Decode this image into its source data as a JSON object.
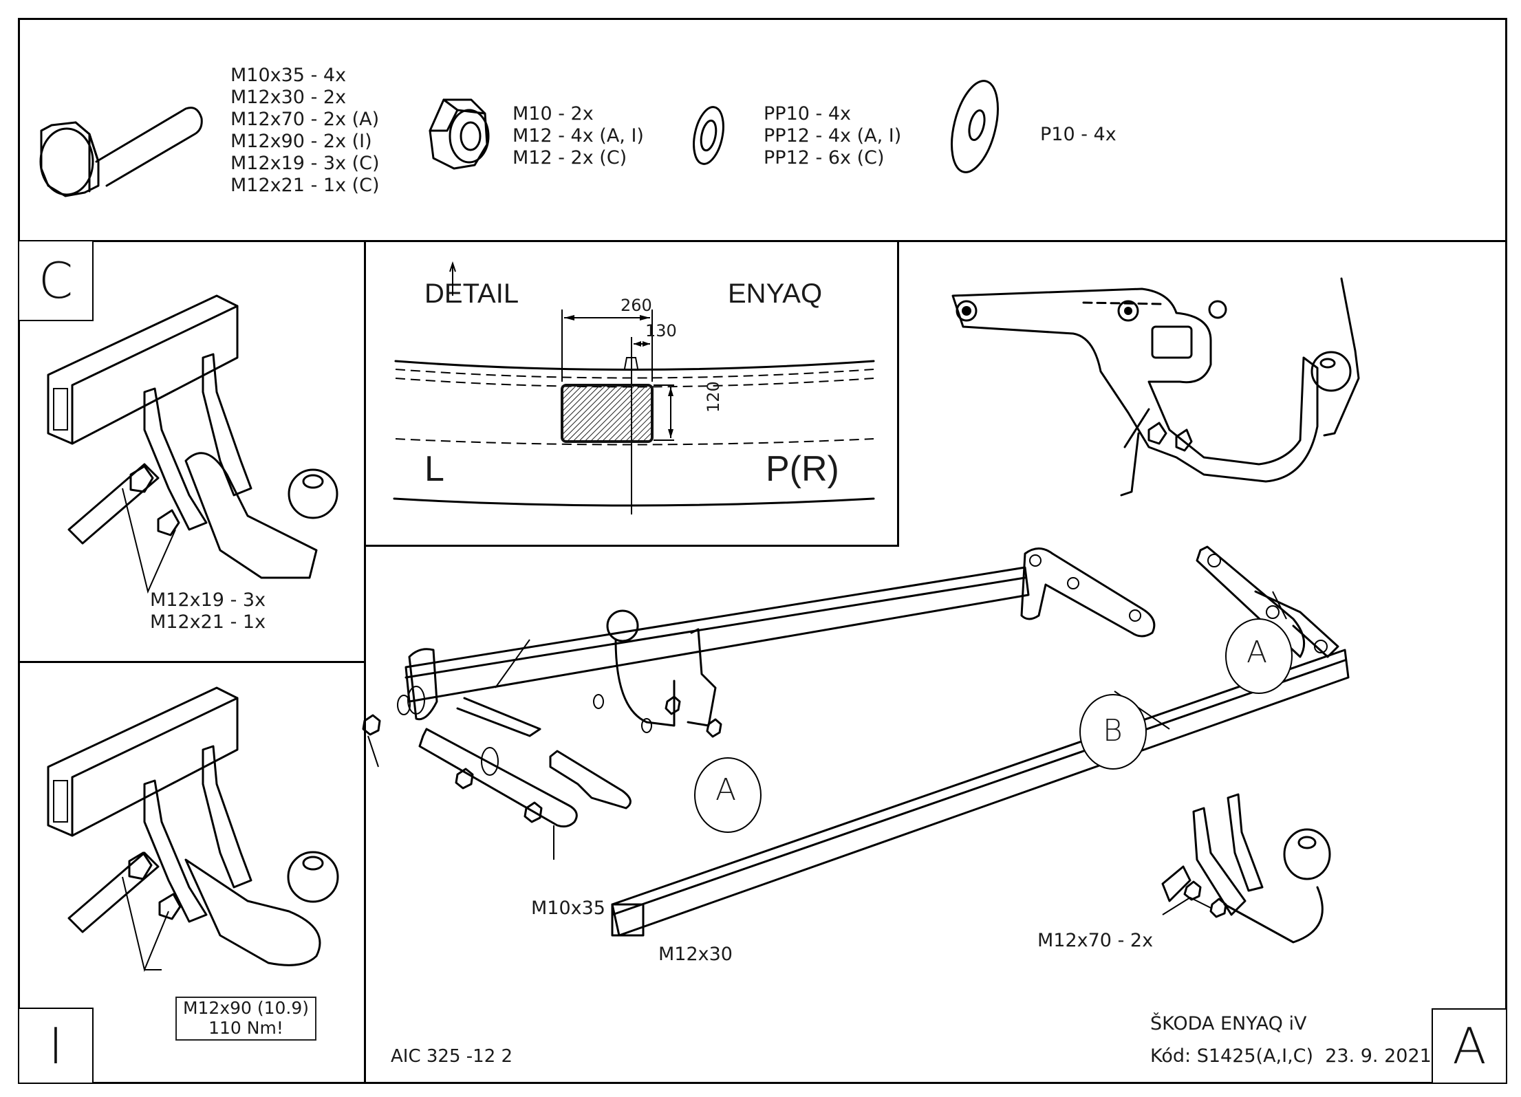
{
  "parts_list": {
    "bolts": {
      "icon": "hex-bolt-icon",
      "items": [
        "M10x35 - 4x",
        "M12x30 - 2x",
        "M12x70 - 2x (A)",
        "M12x90 - 2x (I)",
        "M12x19 - 3x (C)",
        "M12x21 - 1x (C)"
      ]
    },
    "nuts": {
      "icon": "hex-nut-icon",
      "items": [
        "M10 - 2x",
        "M12 - 4x (A, I)",
        "M12 - 2x (C)"
      ]
    },
    "small_washers": {
      "icon": "washer-icon",
      "items": [
        "PP10 - 4x",
        "PP12 - 4x (A, I)",
        "PP12 - 6x (C)"
      ]
    },
    "large_washers": {
      "icon": "large-washer-icon",
      "items": [
        "P10 - 4x"
      ]
    }
  },
  "variant_c": {
    "label": "C",
    "bolt_callout": [
      "M12x19 - 3x",
      "M12x21 - 1x"
    ]
  },
  "variant_i": {
    "label": "I",
    "bolt_callout": [
      "M12x90 (10.9)",
      "110 Nm!"
    ]
  },
  "detail": {
    "title_left": "DETAIL",
    "title_right": "ENYAQ",
    "dim_width": "260",
    "dim_half": "130",
    "dim_height": "120",
    "side_left": "L",
    "side_right": "P(R)"
  },
  "main_assembly": {
    "callouts": [
      "A",
      "B",
      "A"
    ],
    "bolt_labels": {
      "m10": "M10x35",
      "m12_30": "M12x30",
      "m12_70": "M12x70 - 2x"
    }
  },
  "footer": {
    "drawing_code": "AIC 325 -12 2",
    "vehicle": "ŠKODA ENYAQ iV",
    "code_line": "Kód: S1425(A,I,C)  23. 9. 2021",
    "variant_label": "A"
  }
}
